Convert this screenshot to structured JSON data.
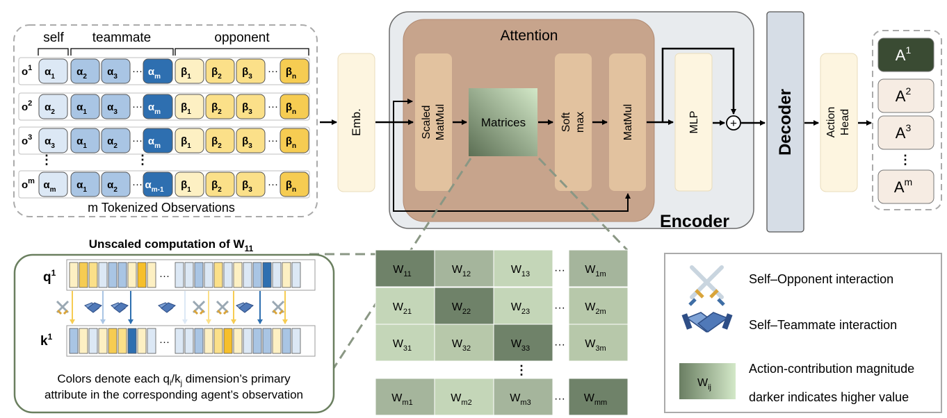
{
  "observations": {
    "headers": {
      "self": "self",
      "teammate": "teammate",
      "opponent": "opponent"
    },
    "caption": "m Tokenized Observations",
    "rows": [
      {
        "o": "o",
        "osup": "1",
        "self": [
          "α",
          "1"
        ],
        "team": [
          [
            "α",
            "2"
          ],
          [
            "α",
            "3"
          ],
          [
            "α",
            "m"
          ]
        ],
        "opp": [
          [
            "β",
            "1"
          ],
          [
            "β",
            "2"
          ],
          [
            "β",
            "3"
          ],
          [
            "β",
            "n"
          ]
        ]
      },
      {
        "o": "o",
        "osup": "2",
        "self": [
          "α",
          "2"
        ],
        "team": [
          [
            "α",
            "1"
          ],
          [
            "α",
            "3"
          ],
          [
            "α",
            "m"
          ]
        ],
        "opp": [
          [
            "β",
            "1"
          ],
          [
            "β",
            "2"
          ],
          [
            "β",
            "3"
          ],
          [
            "β",
            "n"
          ]
        ]
      },
      {
        "o": "o",
        "osup": "3",
        "self": [
          "α",
          "3"
        ],
        "team": [
          [
            "α",
            "1"
          ],
          [
            "α",
            "2"
          ],
          [
            "α",
            "m"
          ]
        ],
        "opp": [
          [
            "β",
            "1"
          ],
          [
            "β",
            "2"
          ],
          [
            "β",
            "3"
          ],
          [
            "β",
            "n"
          ]
        ]
      },
      {
        "o": "o",
        "osup": "m",
        "self": [
          "α",
          "m"
        ],
        "team": [
          [
            "α",
            "1"
          ],
          [
            "α",
            "2"
          ],
          [
            "α",
            "m-1"
          ]
        ],
        "opp": [
          [
            "β",
            "1"
          ],
          [
            "β",
            "2"
          ],
          [
            "β",
            "3"
          ],
          [
            "β",
            "n"
          ]
        ]
      }
    ]
  },
  "encoder": {
    "emb": "Emb.",
    "attention_title": "Attention",
    "scaled_line1": "Scaled",
    "scaled_line2": "MatMul",
    "matrices": "Matrices",
    "softmax_line1": "Soft",
    "softmax_line2": "max",
    "matmul": "MatMul",
    "mlp": "MLP",
    "encoder_label": "Encoder",
    "plus": "+"
  },
  "decoder": {
    "label": "Decoder"
  },
  "action_head": {
    "line1": "Action",
    "line2": "Head"
  },
  "actions": [
    {
      "base": "A",
      "sup": "1"
    },
    {
      "base": "A",
      "sup": "2"
    },
    {
      "base": "A",
      "sup": "3"
    },
    {
      "base": "A",
      "sup": "m"
    }
  ],
  "unscaled": {
    "title_prefix": "Unscaled computation of W",
    "title_sub": "11",
    "q_base": "q",
    "q_sup": "1",
    "k_base": "k",
    "k_sup": "1",
    "caption_l1_a": "Colors denote each q",
    "caption_l1_i": "i",
    "caption_l1_b": "/k",
    "caption_l1_j": "j",
    "caption_l1_c": " dimension’s primary",
    "caption_l2": "attribute in the corresponding agent’s observation"
  },
  "wmatrix": {
    "rows": [
      [
        [
          "W",
          "11"
        ],
        [
          "W",
          "12"
        ],
        [
          "W",
          "13"
        ],
        [
          "W",
          "1m"
        ]
      ],
      [
        [
          "W",
          "21"
        ],
        [
          "W",
          "22"
        ],
        [
          "W",
          "23"
        ],
        [
          "W",
          "2m"
        ]
      ],
      [
        [
          "W",
          "31"
        ],
        [
          "W",
          "32"
        ],
        [
          "W",
          "33"
        ],
        [
          "W",
          "3m"
        ]
      ],
      [
        [
          "W",
          "m1"
        ],
        [
          "W",
          "m2"
        ],
        [
          "W",
          "m3"
        ],
        [
          "W",
          "mm"
        ]
      ]
    ],
    "shades": [
      [
        "#6f8269",
        "#a5b59c",
        "#c4d6b8",
        "#a5b59c"
      ],
      [
        "#c4d6b8",
        "#6f8269",
        "#c4d6b8",
        "#b7c8aa"
      ],
      [
        "#c4d6b8",
        "#b7c8aa",
        "#6f8269",
        "#b7c8aa"
      ],
      [
        "#a5b59c",
        "#c4d6b8",
        "#a5b59c",
        "#6f8269"
      ]
    ]
  },
  "legend": {
    "opp": "Self–Opponent interaction",
    "team": "Self–Teammate interaction",
    "w_base": "W",
    "w_sub": "ij",
    "mag_line1": "Action-contribution magnitude",
    "mag_line2": "darker indicates higher value"
  },
  "colors": {
    "self": "#dce8f5",
    "team": "#a9c5e4",
    "team_m": "#2e6fb0",
    "opp_light": "#fdf0c3",
    "opp_mid": "#fbe089",
    "opp_dark": "#f6cc52",
    "attention": "#c7a48c",
    "encoder_bg": "#e8ebee",
    "box_cream": "#fdf5e0",
    "attention_inner": "#e2c29f",
    "decoder": "#d6dde6",
    "action_dark": "#3a4b33",
    "action_light": "#f6ece3",
    "inner_border": "#6a7f5f"
  }
}
